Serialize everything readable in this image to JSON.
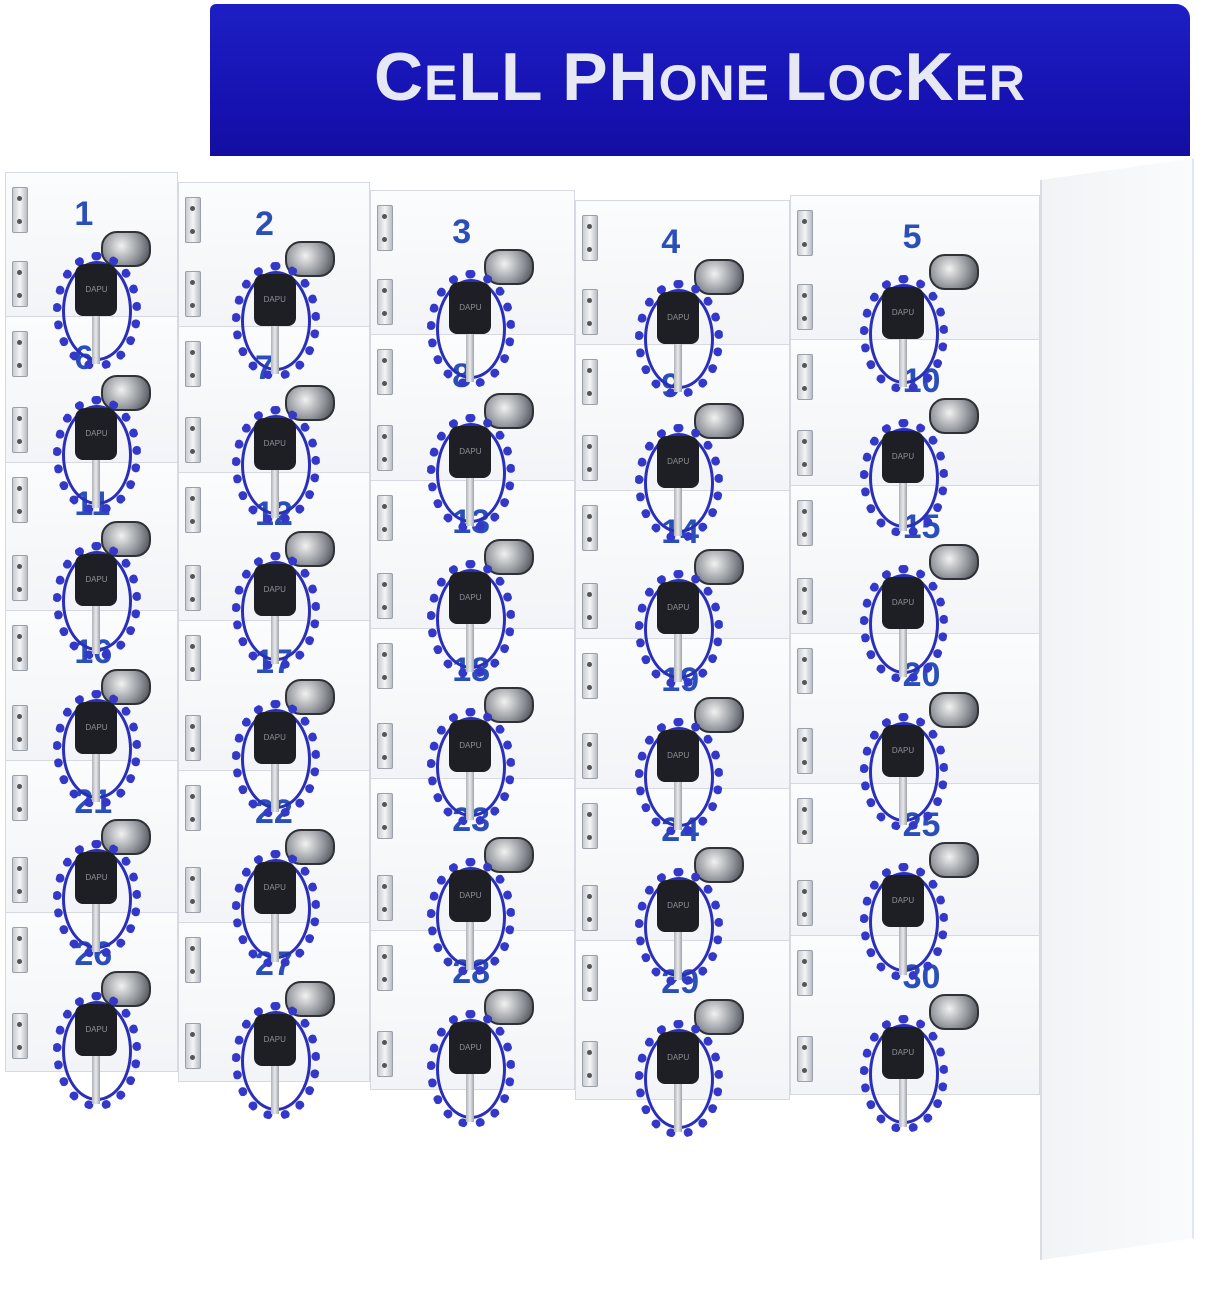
{
  "sign": {
    "title_parts": [
      {
        "t": "C",
        "big": true
      },
      {
        "t": "E",
        "big": false
      },
      {
        "t": "LL ",
        "big": true
      },
      {
        "t": "PH",
        "big": true
      },
      {
        "t": "ONE ",
        "big": false
      },
      {
        "t": "L",
        "big": true
      },
      {
        "t": "OC",
        "big": false
      },
      {
        "t": "K",
        "big": true
      },
      {
        "t": "ER",
        "big": false
      }
    ],
    "background_color": "#1611b0",
    "text_color": "#e6e9f4"
  },
  "locker": {
    "columns": 5,
    "rows": 6,
    "numbers": [
      1,
      2,
      3,
      4,
      5,
      6,
      7,
      8,
      9,
      10,
      11,
      12,
      13,
      14,
      15,
      16,
      17,
      18,
      19,
      20,
      21,
      22,
      23,
      24,
      25,
      26,
      27,
      28,
      29,
      30
    ],
    "number_color": "#2a4fb8",
    "key_label": "DAPU",
    "coil_color": "#3338c9"
  }
}
